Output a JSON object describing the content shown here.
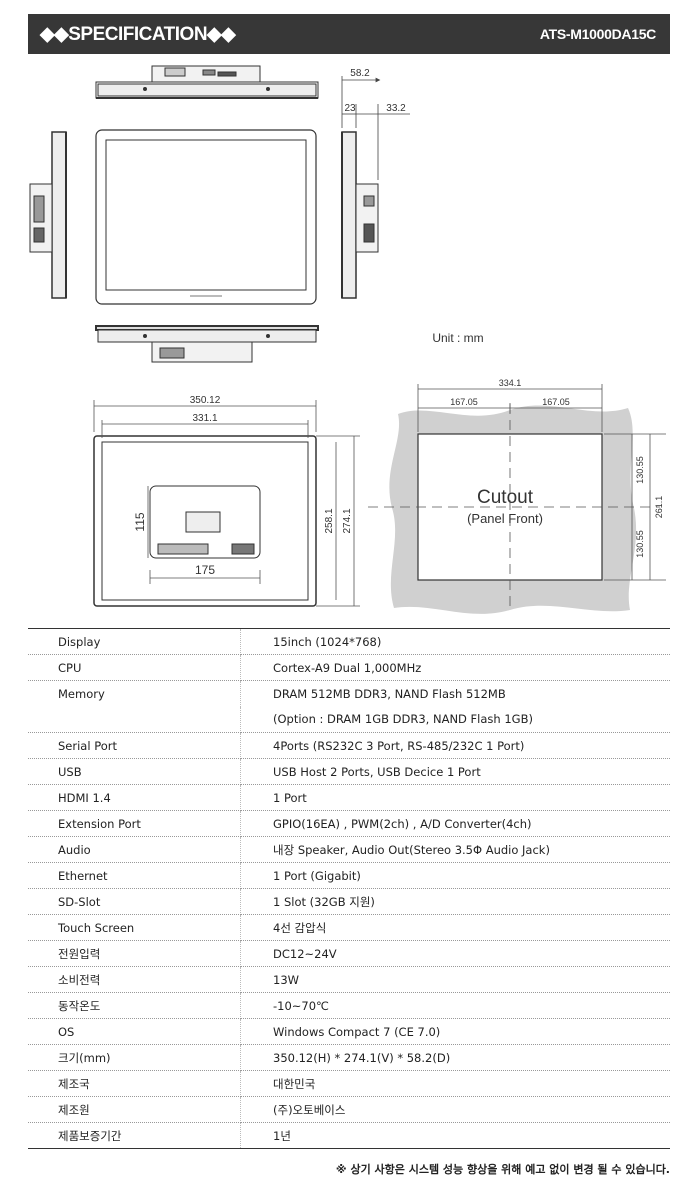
{
  "header": {
    "title": "◆◆SPECIFICATION◆◆",
    "model": "ATS-M1000DA15C"
  },
  "drawing": {
    "unit_label": "Unit : mm",
    "side_depth": "58.2",
    "side_front": "23",
    "side_rear": "33.2",
    "rear_outer_width": "350.12",
    "rear_inner_width": "331.1",
    "board_height": "115",
    "board_width": "175",
    "rear_inner_height": "258.1",
    "rear_outer_height": "274.1",
    "cutout_width": "334.1",
    "cutout_half_left": "167.05",
    "cutout_half_right": "167.05",
    "cutout_half_top": "130.55",
    "cutout_half_bottom": "130.55",
    "cutout_height": "261.1",
    "cutout_title": "Cutout",
    "cutout_subtitle": "(Panel Front)"
  },
  "specs": [
    {
      "label": "Display",
      "value": "15inch (1024*768)"
    },
    {
      "label": "CPU",
      "value": "Cortex-A9 Dual 1,000MHz"
    },
    {
      "label": "Memory",
      "value": "DRAM 512MB DDR3, NAND Flash 512MB"
    },
    {
      "label": "",
      "value": "(Option : DRAM 1GB DDR3, NAND Flash 1GB)"
    },
    {
      "label": "Serial Port",
      "value": "4Ports (RS232C 3 Port, RS-485/232C 1 Port)"
    },
    {
      "label": "USB",
      "value": "USB Host 2 Ports, USB Decice 1 Port"
    },
    {
      "label": "HDMI 1.4",
      "value": "1 Port"
    },
    {
      "label": "Extension Port",
      "value": "GPIO(16EA) , PWM(2ch) , A/D Converter(4ch)"
    },
    {
      "label": "Audio",
      "value": "내장 Speaker, Audio Out(Stereo 3.5Φ Audio Jack)"
    },
    {
      "label": "Ethernet",
      "value": "1 Port (Gigabit)"
    },
    {
      "label": "SD-Slot",
      "value": "1 Slot (32GB 지원)"
    },
    {
      "label": "Touch Screen",
      "value": "4선 감압식"
    },
    {
      "label": "전원입력",
      "value": "DC12~24V"
    },
    {
      "label": "소비전력",
      "value": "13W"
    },
    {
      "label": "동작온도",
      "value": "-10~70℃"
    },
    {
      "label": "OS",
      "value": "Windows Compact 7 (CE 7.0)"
    },
    {
      "label": "크기(mm)",
      "value": "350.12(H) * 274.1(V) * 58.2(D)"
    },
    {
      "label": "제조국",
      "value": "대한민국"
    },
    {
      "label": "제조원",
      "value": "(주)오토베이스"
    },
    {
      "label": "제품보증기간",
      "value": "1년"
    }
  ],
  "footnote": "※ 상기 사항은 시스템 성능 향상을 위해 예고 없이 변경 될 수 있습니다."
}
